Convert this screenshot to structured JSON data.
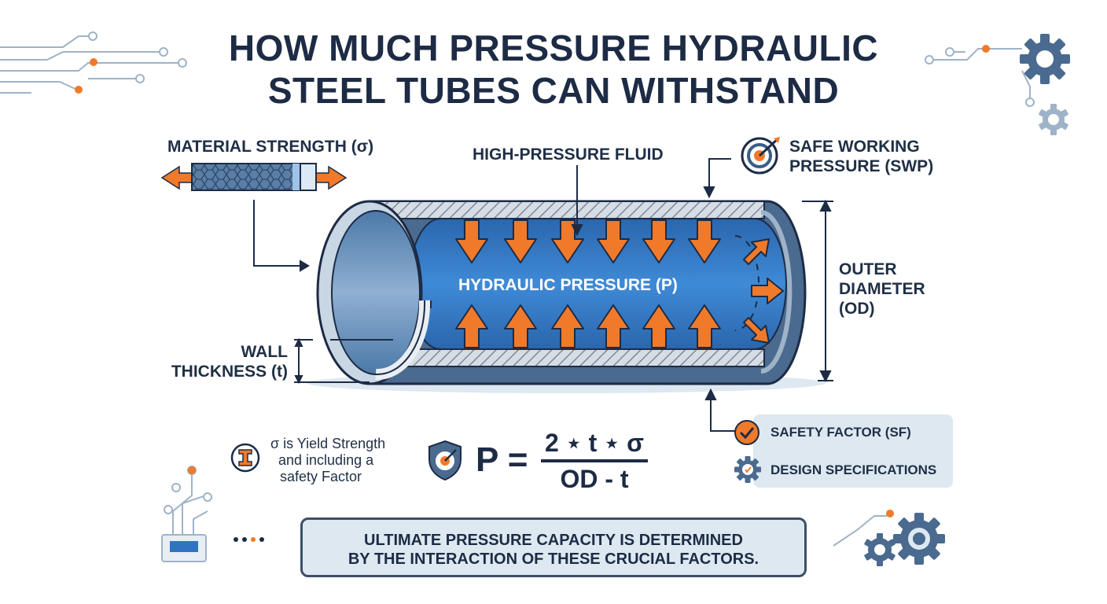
{
  "title": {
    "line1": "HOW MUCH PRESSURE HYDRAULIC",
    "line2": "STEEL TUBES CAN WITHSTAND"
  },
  "labels": {
    "material_strength": "MATERIAL STRENGTH (σ)",
    "high_pressure_fluid": "HIGH-PRESSURE FLUID",
    "swp_line1": "SAFE WORKING",
    "swp_line2": "PRESSURE (SWP)",
    "hydraulic_pressure": "HYDRAULIC PRESSURE (P)",
    "od_line1": "OUTER",
    "od_line2": "DIAMETER",
    "od_line3": "(OD)",
    "wall_line1": "WALL",
    "wall_line2": "THICKNESS (t)"
  },
  "note": {
    "line1": "σ is Yield Strength",
    "line2": "and including a",
    "line3": "safety Factor"
  },
  "formula": {
    "lhs": "P =",
    "numerator": "2 ⋆ t ⋆ σ",
    "denominator": "OD - t"
  },
  "panel": {
    "safety_factor": "SAFETY FACTOR (SF)",
    "design_specs": "DESIGN SPECIFICATIONS"
  },
  "banner": {
    "line1": "ULTIMATE PRESSURE CAPACITY IS DETERMINED",
    "line2": "BY THE INTERACTION OF THESE CRUCIAL FACTORS."
  },
  "icons": {
    "target": "target-icon",
    "gear": "gear-icon",
    "shield": "shield-target-icon",
    "checkmark": "checkmark-circle-icon",
    "i_beam": "i-beam-icon"
  },
  "colors": {
    "navy": "#1d2b45",
    "steel": "#5a7ea5",
    "fluid": "#2f74c0",
    "orange": "#f07a2a",
    "panel": "#dde8f1"
  }
}
